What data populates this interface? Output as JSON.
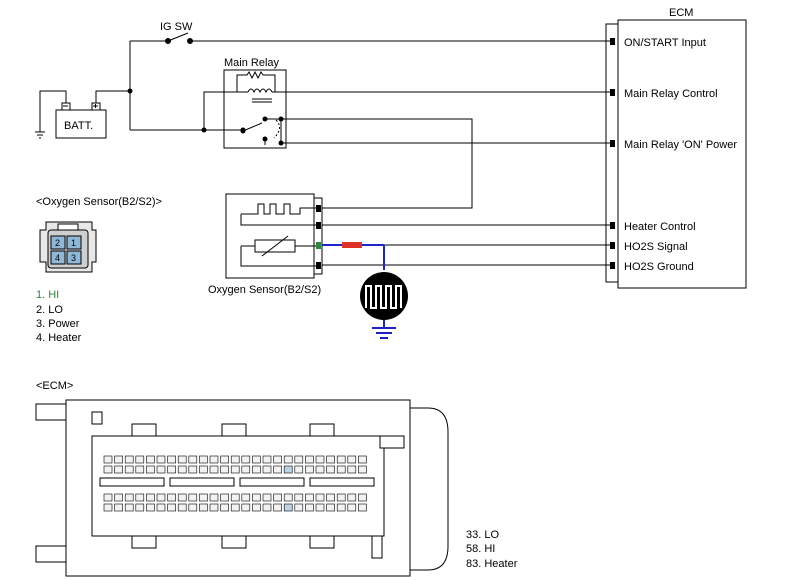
{
  "ecm_title": "ECM",
  "ig_sw": "IG SW",
  "batt": "BATT.",
  "main_relay": "Main Relay",
  "ecm_pins": [
    "ON/START Input",
    "Main Relay Control",
    "Main Relay 'ON' Power",
    "Heater Control",
    "HO2S  Signal",
    "HO2S  Ground"
  ],
  "sensor_label": "Oxygen Sensor(B2/S2)",
  "connector_title": "<Oxygen Sensor(B2/S2)>",
  "connector_pins": [
    "2",
    "1",
    "4",
    "3"
  ],
  "pin_legend": [
    "1. HI",
    "2. LO",
    "3. Power",
    "4. Heater"
  ],
  "ecm_connector_title": "<ECM>",
  "ecm_legend": [
    "33. LO",
    "58. HI",
    "83. Heater"
  ],
  "colors": {
    "wire": "#000000",
    "signal_wire": "#1e24c8",
    "splice": "#e0302a",
    "hi_pin": "#2a8a3c",
    "connector_fill": "#d8d8d8",
    "pin_fill": "#8fb8d8",
    "ground": "#1e24c8"
  }
}
